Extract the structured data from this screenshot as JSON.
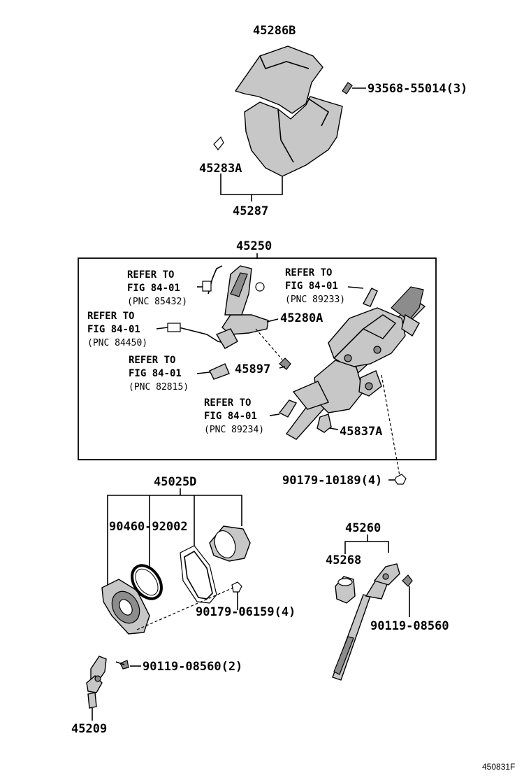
{
  "labels": {
    "p45286B": "45286B",
    "p93568": "93568-55014(3)",
    "p45283A": "45283A",
    "p45287": "45287",
    "p45250": "45250",
    "p45280A": "45280A",
    "p45897": "45897",
    "p45837A": "45837A",
    "p90179_10189": "90179-10189(4)",
    "p45025D": "45025D",
    "p90460": "90460-92002",
    "p90179_06159": "90179-06159(4)",
    "p90119_2": "90119-08560(2)",
    "p45209": "45209",
    "p45260": "45260",
    "p45268": "45268",
    "p90119": "90119-08560",
    "fig_id": "450831F"
  },
  "refs": [
    {
      "l1": "REFER TO",
      "l2": "FIG 84-01",
      "l3": "(PNC 85432)"
    },
    {
      "l1": "REFER TO",
      "l2": "FIG 84-01",
      "l3": "(PNC 89233)"
    },
    {
      "l1": "REFER TO",
      "l2": "FIG 84-01",
      "l3": "(PNC 84450)"
    },
    {
      "l1": "REFER TO",
      "l2": "FIG 84-01",
      "l3": "(PNC 82815)"
    },
    {
      "l1": "REFER TO",
      "l2": "FIG 84-01",
      "l3": "(PNC 89234)"
    }
  ]
}
